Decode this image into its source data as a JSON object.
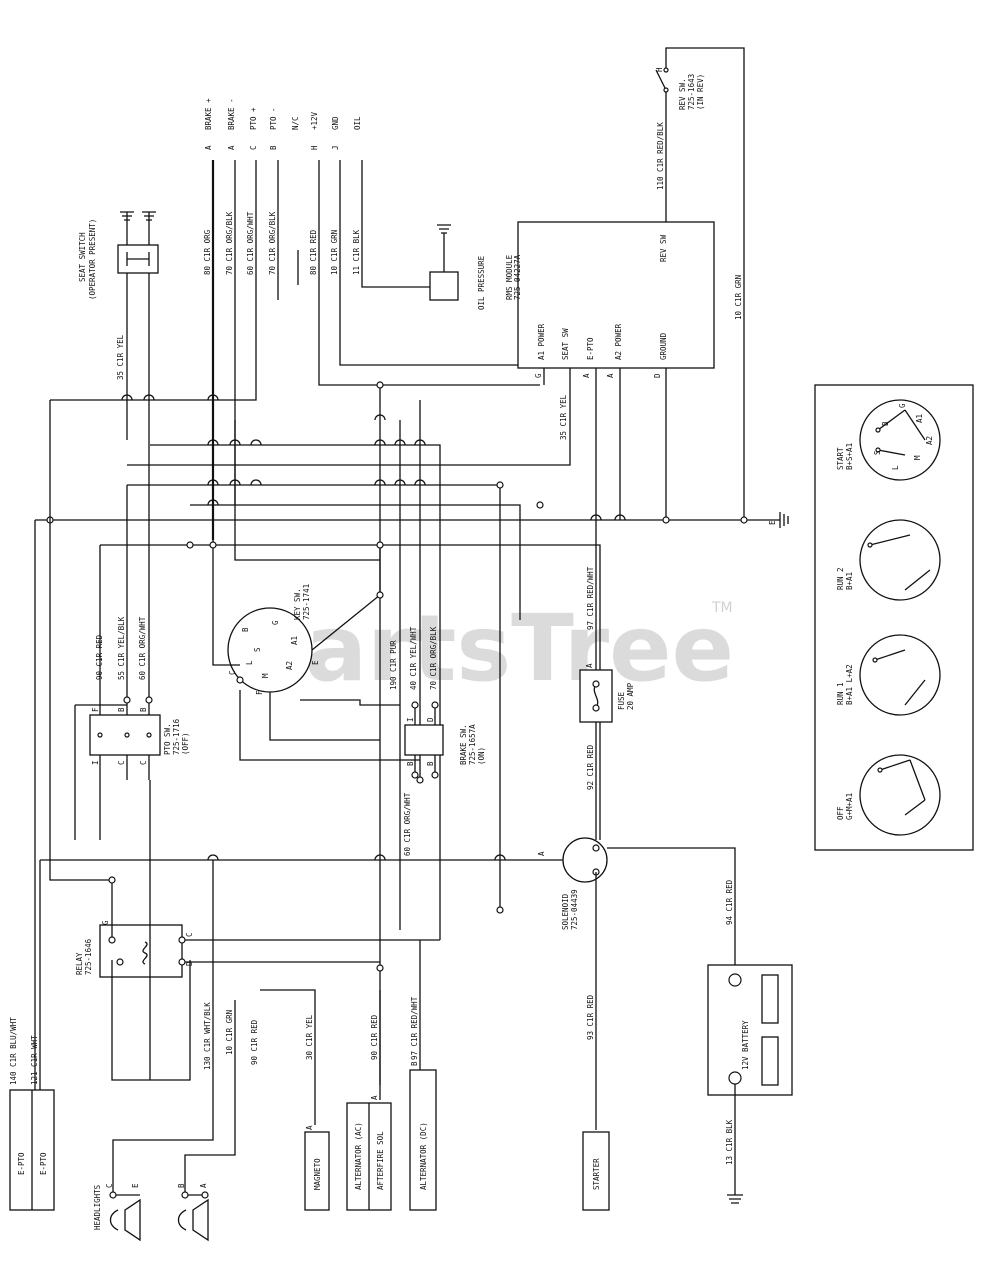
{
  "watermark": {
    "text": "PartsTree",
    "tm": "TM"
  },
  "connector_pins": [
    {
      "pin": "A",
      "label": "BRAKE +"
    },
    {
      "pin": "A",
      "label": "BRAKE -"
    },
    {
      "pin": "C",
      "label": "PTO +"
    },
    {
      "pin": "B",
      "label": "PTO -"
    },
    {
      "pin": "",
      "label": "N/C"
    },
    {
      "pin": "H",
      "label": "+12V"
    },
    {
      "pin": "J",
      "label": "GND"
    },
    {
      "pin": "",
      "label": "OIL"
    }
  ],
  "top_wires": [
    "80 C1R ORG",
    "70 C1R ORG/BLK",
    "60 C1R ORG/WHT",
    "70 C1R ORG/BLK",
    "80 C1R RED",
    "10 C1R GRN",
    "11 C1R BLK"
  ],
  "seat_switch": {
    "line1": "SEAT SWITCH",
    "line2": "(OPERATOR PRESENT)",
    "wire": "35 C1R YEL"
  },
  "oil_pressure": "OIL PRESSURE",
  "rms_module": {
    "line1": "RMS MODULE",
    "line2": "725-04227A",
    "terminals": [
      "A1 POWER",
      "SEAT SW",
      "E-PTO",
      "A2 POWER",
      "GROUND",
      "REV SW"
    ],
    "pins": [
      "G",
      "A",
      "A",
      "D"
    ],
    "wire_seat": "35 C1R YEL"
  },
  "rev_switch": {
    "line1": "REV SW.",
    "line2": "725-1643",
    "line3": "(IN REV)",
    "pin": "H",
    "wire": "110 C1R RED/BLK",
    "ground_wire": "10 C1R GRN"
  },
  "ground_label": "E",
  "key_switch": {
    "line1": "KEY SW.",
    "line2": "725-1741",
    "terminals": [
      "B",
      "G",
      "S",
      "L",
      "M",
      "A1",
      "A2",
      "E",
      "C",
      "F"
    ],
    "wires": [
      "90 C1R RED",
      "55 C1R YEL/BLK",
      "60 C1R ORG/WHT",
      "190 C1R PUR",
      "40 C1R YEL/WHT",
      "70 C1R ORG/BLK"
    ]
  },
  "pto_switch": {
    "line1": "PTO SW.",
    "line2": "725-1716",
    "line3": "(OFF)",
    "pins": [
      "F",
      "B",
      "B",
      "C",
      "C",
      "I"
    ]
  },
  "brake_switch": {
    "line1": "BRAKE SW.",
    "line2": "725-1657A",
    "line3": "(ON)",
    "pins": [
      "I",
      "D",
      "B",
      "B"
    ]
  },
  "fuse": {
    "line1": "FUSE",
    "line2": "20 AMP",
    "pin": "A",
    "wire": "97 C1R RED/WHT"
  },
  "solenoid": {
    "line1": "SOLENOID",
    "line2": "725-04439",
    "pin": "A",
    "wire_in": "60 C1R ORG/WHT",
    "wire_fuse": "92 C1R RED",
    "wire_starter": "93 C1R RED",
    "wire_battery": "94 C1R RED"
  },
  "relay": {
    "line1": "RELAY",
    "line2": "725-1646",
    "pins": [
      "G",
      "C",
      "D"
    ]
  },
  "bottom_wires": [
    "140 C1R BLU/WHT",
    "121 C1R WHT",
    "130 C1R WHT/BLK",
    "10 C1R GRN",
    "90 C1R RED",
    "30 C1R YEL",
    "90 C1R RED",
    "97 C1R RED/WHT"
  ],
  "components": [
    "E-PTO",
    "E-PTO",
    "MAGNETO",
    "ALTERNATOR (AC)",
    "AFTERFIRE SOL",
    "ALTERNATOR (DC)",
    "STARTER"
  ],
  "component_pins": [
    "A",
    "A",
    "B"
  ],
  "headlights": {
    "label": "HEADLIGHTS",
    "pins": [
      "C",
      "E",
      "B",
      "A"
    ]
  },
  "battery": {
    "label": "12V BATTERY",
    "ground_wire": "13 C1R BLK"
  },
  "legend": [
    {
      "title": "START",
      "sub": "B+S+A1"
    },
    {
      "title": "RUN 2",
      "sub": "B+A1"
    },
    {
      "title": "RUN 1",
      "sub": "B+A1 L+A2"
    },
    {
      "title": "OFF",
      "sub": "G+M+A1"
    }
  ],
  "legend_letters": [
    "B",
    "S",
    "L",
    "M",
    "A2",
    "A1",
    "G"
  ]
}
